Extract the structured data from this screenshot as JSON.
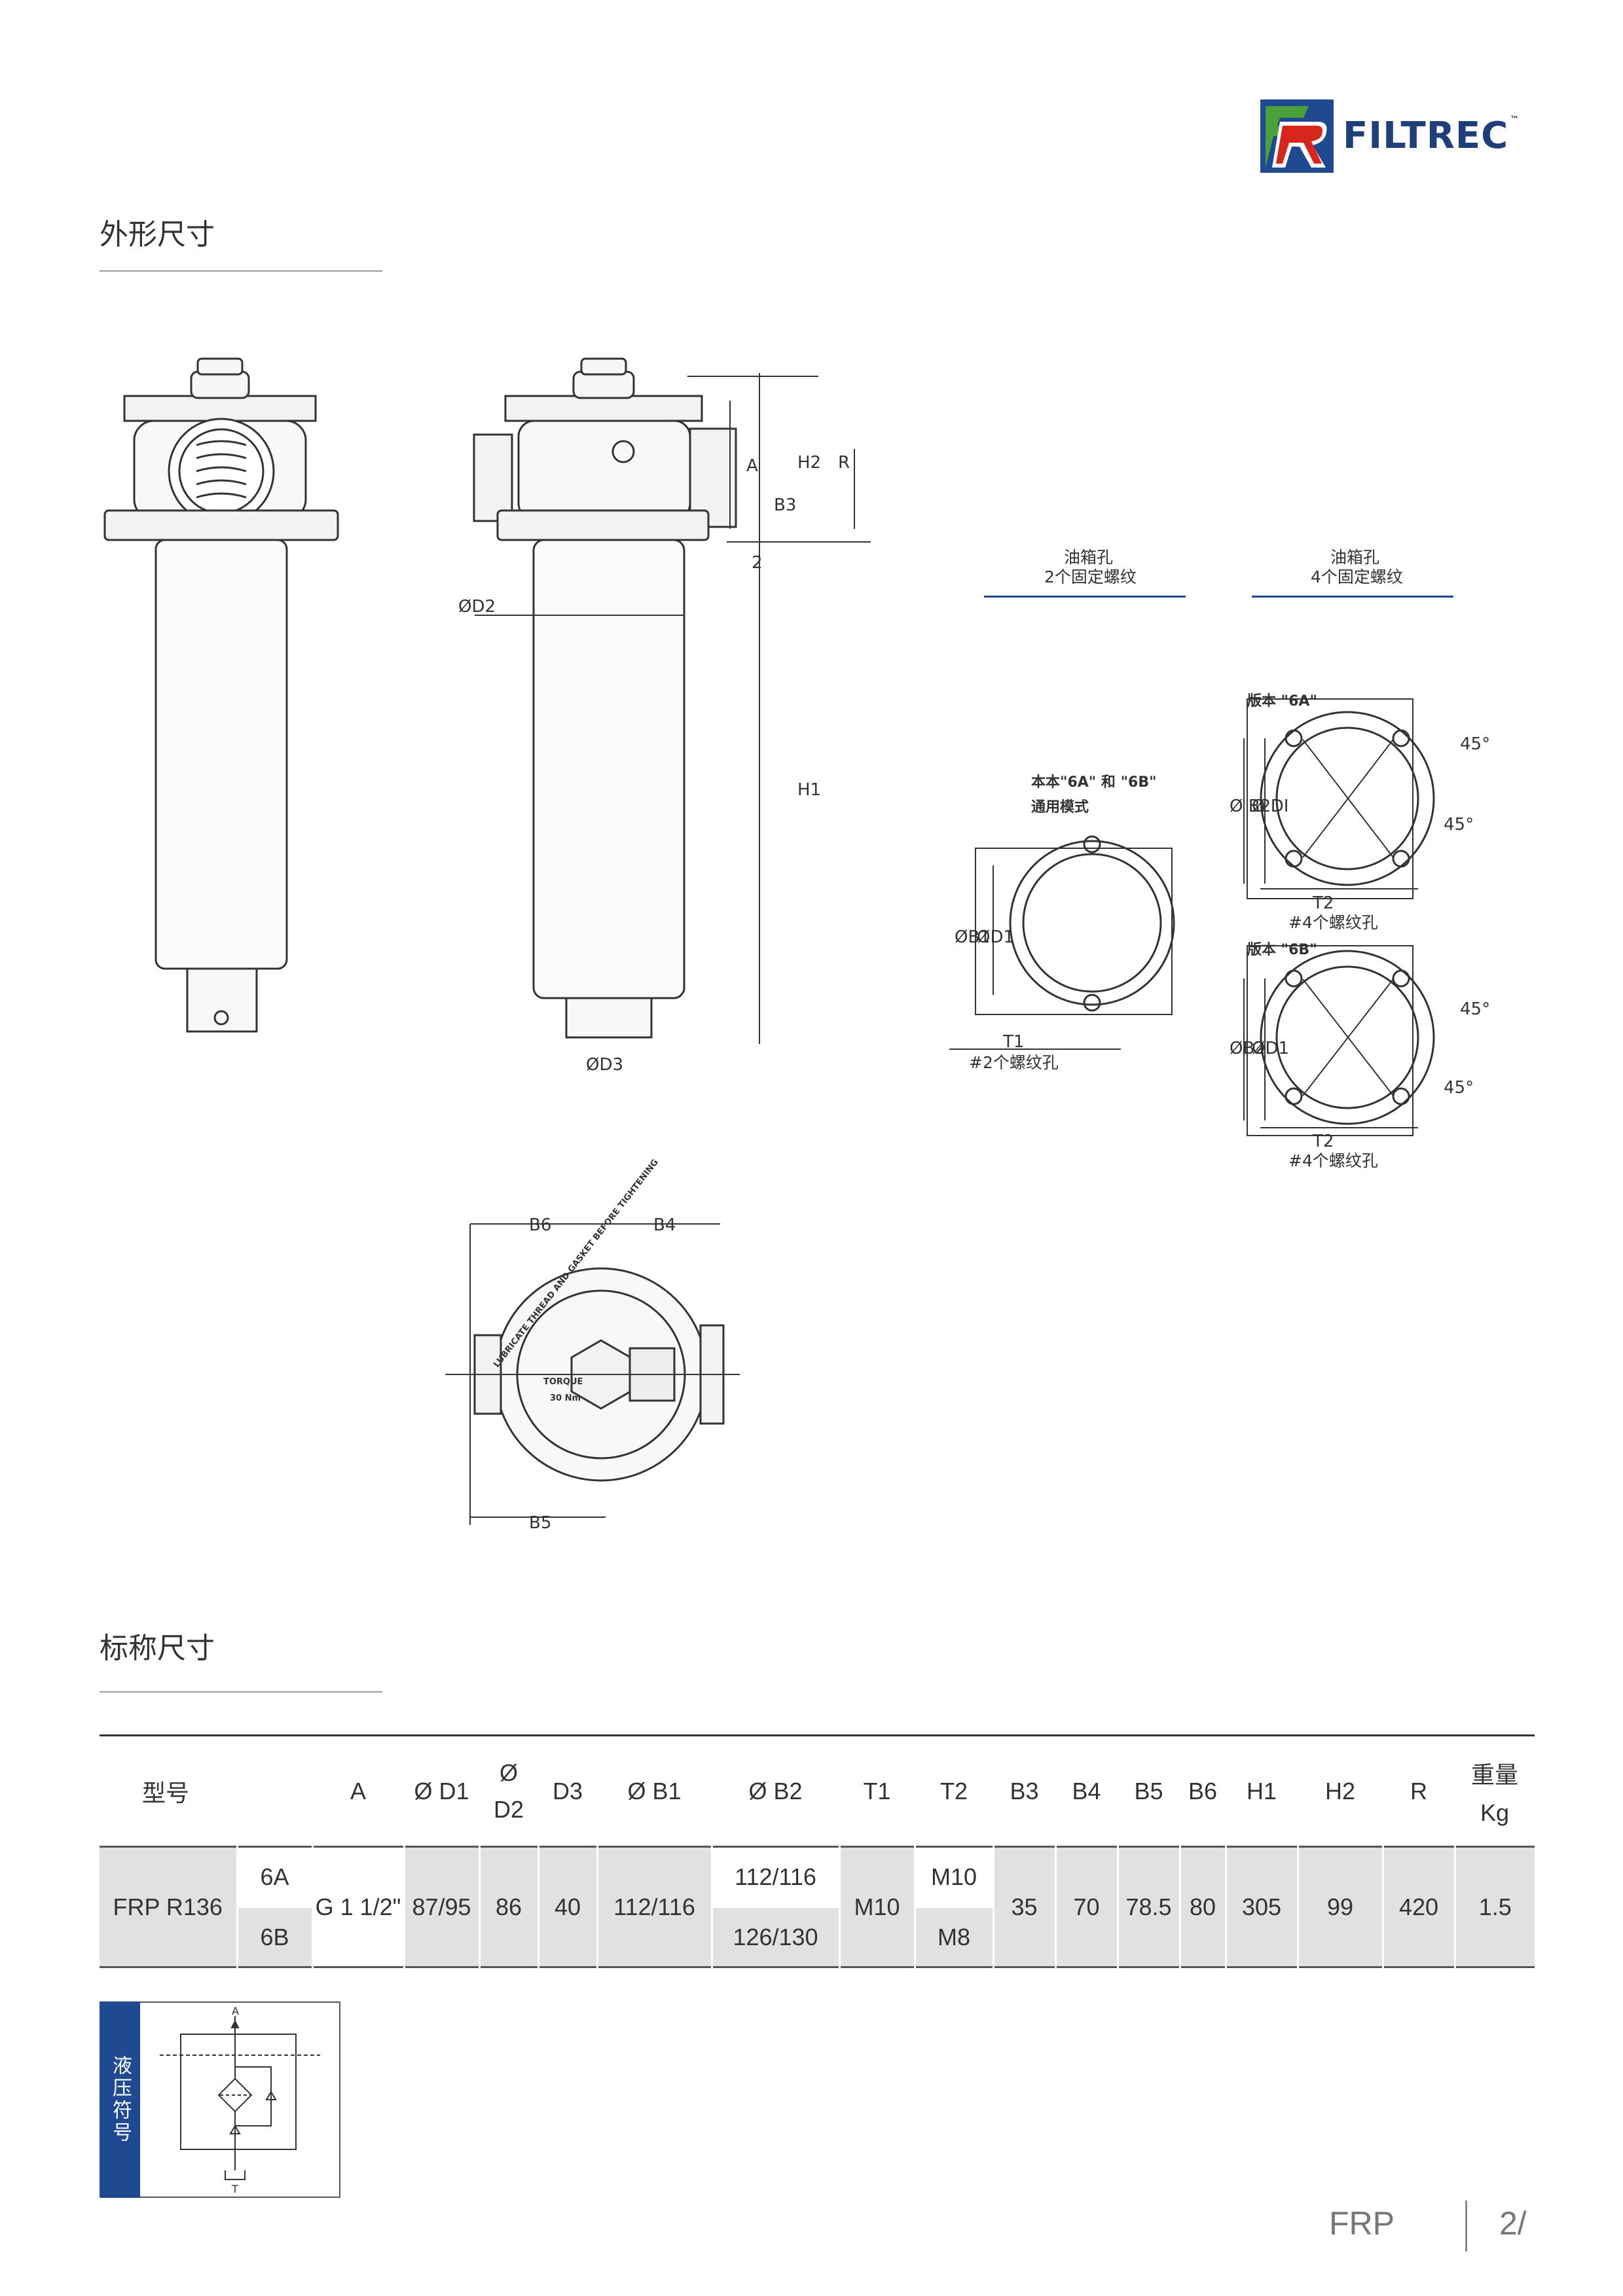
{
  "brand": {
    "name": "FILTREC",
    "trademark": "™",
    "colors": {
      "blue": "#1f4a92",
      "red": "#d9261c",
      "green": "#4aa03a"
    }
  },
  "sections": {
    "outline": "外形尺寸",
    "nominal": "标称尺寸"
  },
  "drawing": {
    "labels": {
      "d2": "ØD2",
      "d3": "ØD3",
      "a": "A",
      "h2": "H2",
      "r": "R",
      "b3": "B3",
      "two": "2",
      "h1": "H1",
      "b6": "B6",
      "b4": "B4",
      "b5": "B5",
      "phi_b1": "ØB1",
      "phi_d1": "ØD1",
      "phi_b2": "Ø B2",
      "phi_di": "Ø DI",
      "phi_b2b": "ØB2",
      "phi_d1b": "ØD1",
      "t1": "T1",
      "t2a": "T2",
      "t2b": "T2",
      "deg45a": "45°",
      "deg45b": "45°",
      "deg45c": "45°",
      "deg45d": "45°"
    },
    "tank": {
      "left_title": "油箱孔",
      "left_sub": "2个固定螺纹",
      "right_title": "油箱孔",
      "right_sub": "4个固定螺纹"
    },
    "common_title": "本本\"6A\" 和 \"6B\"",
    "common_sub": "通用模式",
    "version_6a": "版本 \"6A\"",
    "version_6b": "版本 \"6B\"",
    "holes_2": "#2个螺纹孔",
    "holes_4a": "#4个螺纹孔",
    "holes_4b": "#4个螺纹孔",
    "cap_text_1": "LUBRICATE THREAD AND GASKET BEFORE TIGHTENING",
    "cap_text_2": "TORQUE",
    "cap_text_3": "30 Nm"
  },
  "table": {
    "headers": [
      "型号",
      "A",
      "Ø D1",
      "Ø",
      "D2",
      "D3",
      "Ø B1",
      "Ø B2",
      "T1",
      "T2",
      "B3",
      "B4",
      "B5",
      "B6",
      "H1",
      "H2",
      "R",
      "重量",
      "Kg"
    ],
    "model": "FRP R136",
    "variant_a": "6A",
    "variant_b": "6B",
    "a": "G 1 1/2\"",
    "d1": "87/95",
    "d2": "86",
    "d3": "40",
    "b1": "112/116",
    "b2_a": "112/116",
    "b2_b": "126/130",
    "t1": "M10",
    "t2_a": "M10",
    "t2_b": "M8",
    "b3": "35",
    "b4": "70",
    "b5": "78.5",
    "b6": "80",
    "h1": "305",
    "h2": "99",
    "r": "420",
    "weight": "1.5"
  },
  "hydraulic": {
    "tab_label": "液压符号",
    "port_a": "A",
    "port_t": "T"
  },
  "footer": {
    "model": "FRP",
    "page": "2/"
  }
}
